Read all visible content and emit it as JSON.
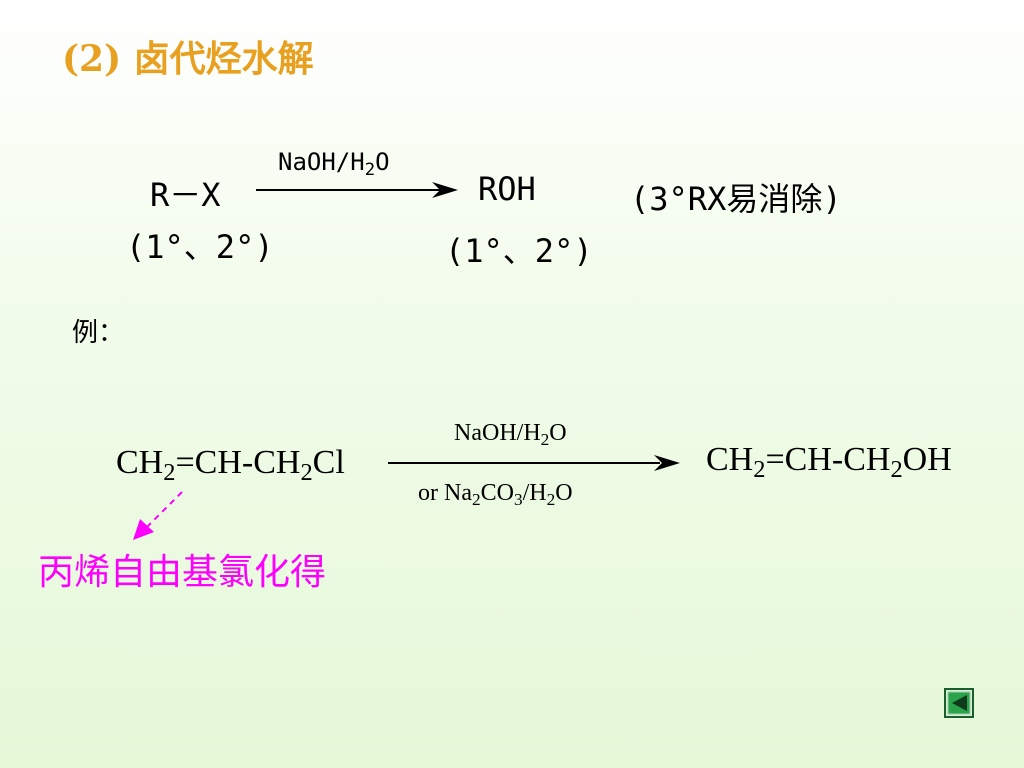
{
  "title": "(2) 卤代烃水解",
  "general": {
    "reactant": "R－X",
    "reactant_note": "(1°、2°)",
    "reagent": {
      "base": "NaOH/H",
      "sub": "2",
      "tail": "O"
    },
    "product": "ROH",
    "product_note": "(1°、2°)",
    "side_note": "(3°RX易消除)"
  },
  "example_label": "例：",
  "example": {
    "reactant": {
      "p1": "CH",
      "s1": "2",
      "p2": "=CH-CH",
      "s2": "2",
      "p3": "Cl"
    },
    "cond_top": {
      "p1": "NaOH/H",
      "s1": "2",
      "p2": "O"
    },
    "cond_bottom": {
      "p1": "or Na",
      "s1": "2",
      "p2": "CO",
      "s2": "3",
      "p3": "/H",
      "s3": "2",
      "p4": "O"
    },
    "product": {
      "p1": "CH",
      "s1": "2",
      "p2": "=CH-CH",
      "s2": "2",
      "p3": "OH"
    }
  },
  "annotation": "丙烯自由基氯化得",
  "colors": {
    "title": "#e8a020",
    "annotation": "#ff00ff",
    "nav_fill": "#2aa34a",
    "nav_border": "#1b5e2e"
  },
  "nav": {
    "icon": "back-triangle-icon"
  }
}
